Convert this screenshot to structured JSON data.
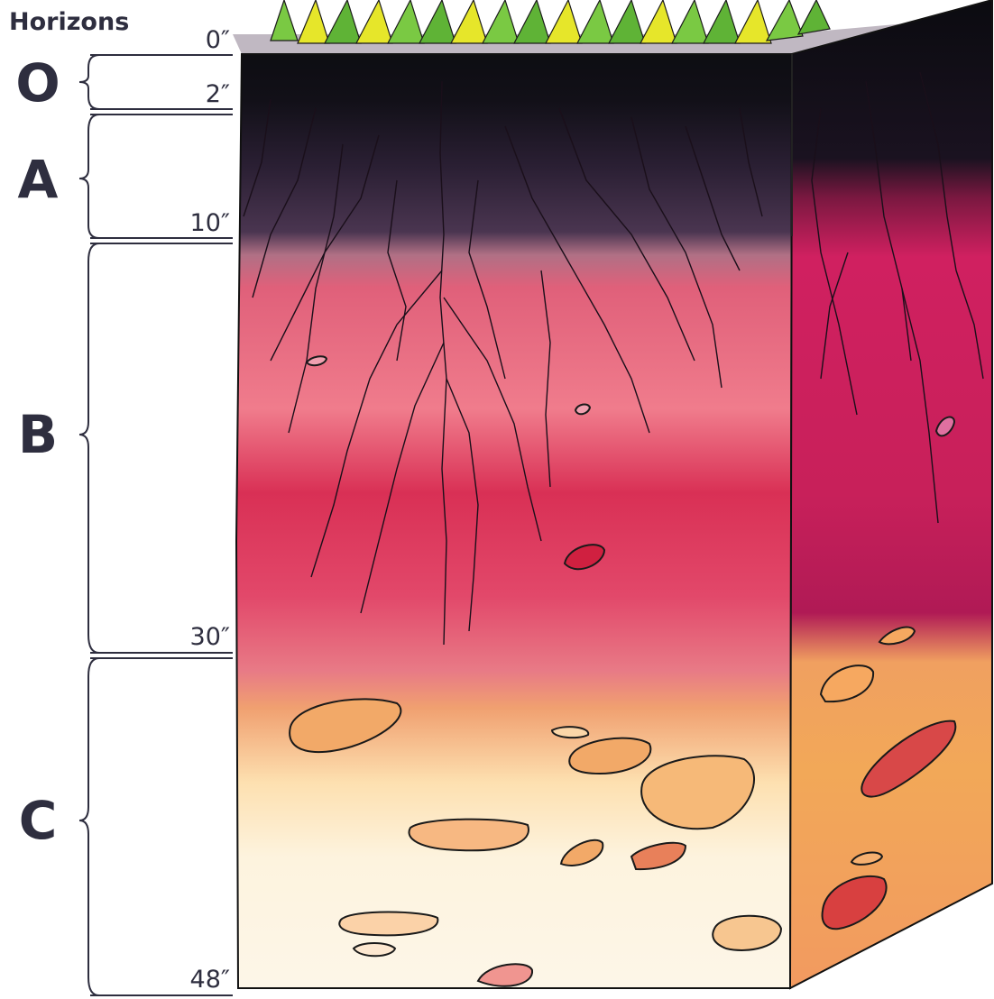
{
  "title": "Horizons",
  "depth_marks": [
    "0″",
    "2″",
    "10″",
    "30″",
    "48″"
  ],
  "horizons": [
    "O",
    "A",
    "B",
    "C"
  ],
  "colors": {
    "grass": "#7ac943",
    "grass_light": "#e6e62a",
    "organic": "#0d0d12",
    "topsoil": "#3a2a40",
    "subsoil": "#d8305a",
    "subsoil_light": "#f07a8a",
    "parent": "#f6c47a",
    "parent_light": "#fdf1d8",
    "label": "#2e2e3f"
  }
}
